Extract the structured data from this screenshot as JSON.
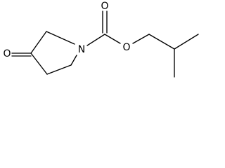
{
  "structure": {
    "atoms": {
      "carbonyl_oxygen_ketone": "O",
      "ring_nitrogen": "N",
      "carbamate_oxygen_double": "O",
      "ester_oxygen": "O"
    }
  },
  "colors": {
    "bond": "#000000",
    "label": "#000000",
    "background": "#ffffff"
  }
}
